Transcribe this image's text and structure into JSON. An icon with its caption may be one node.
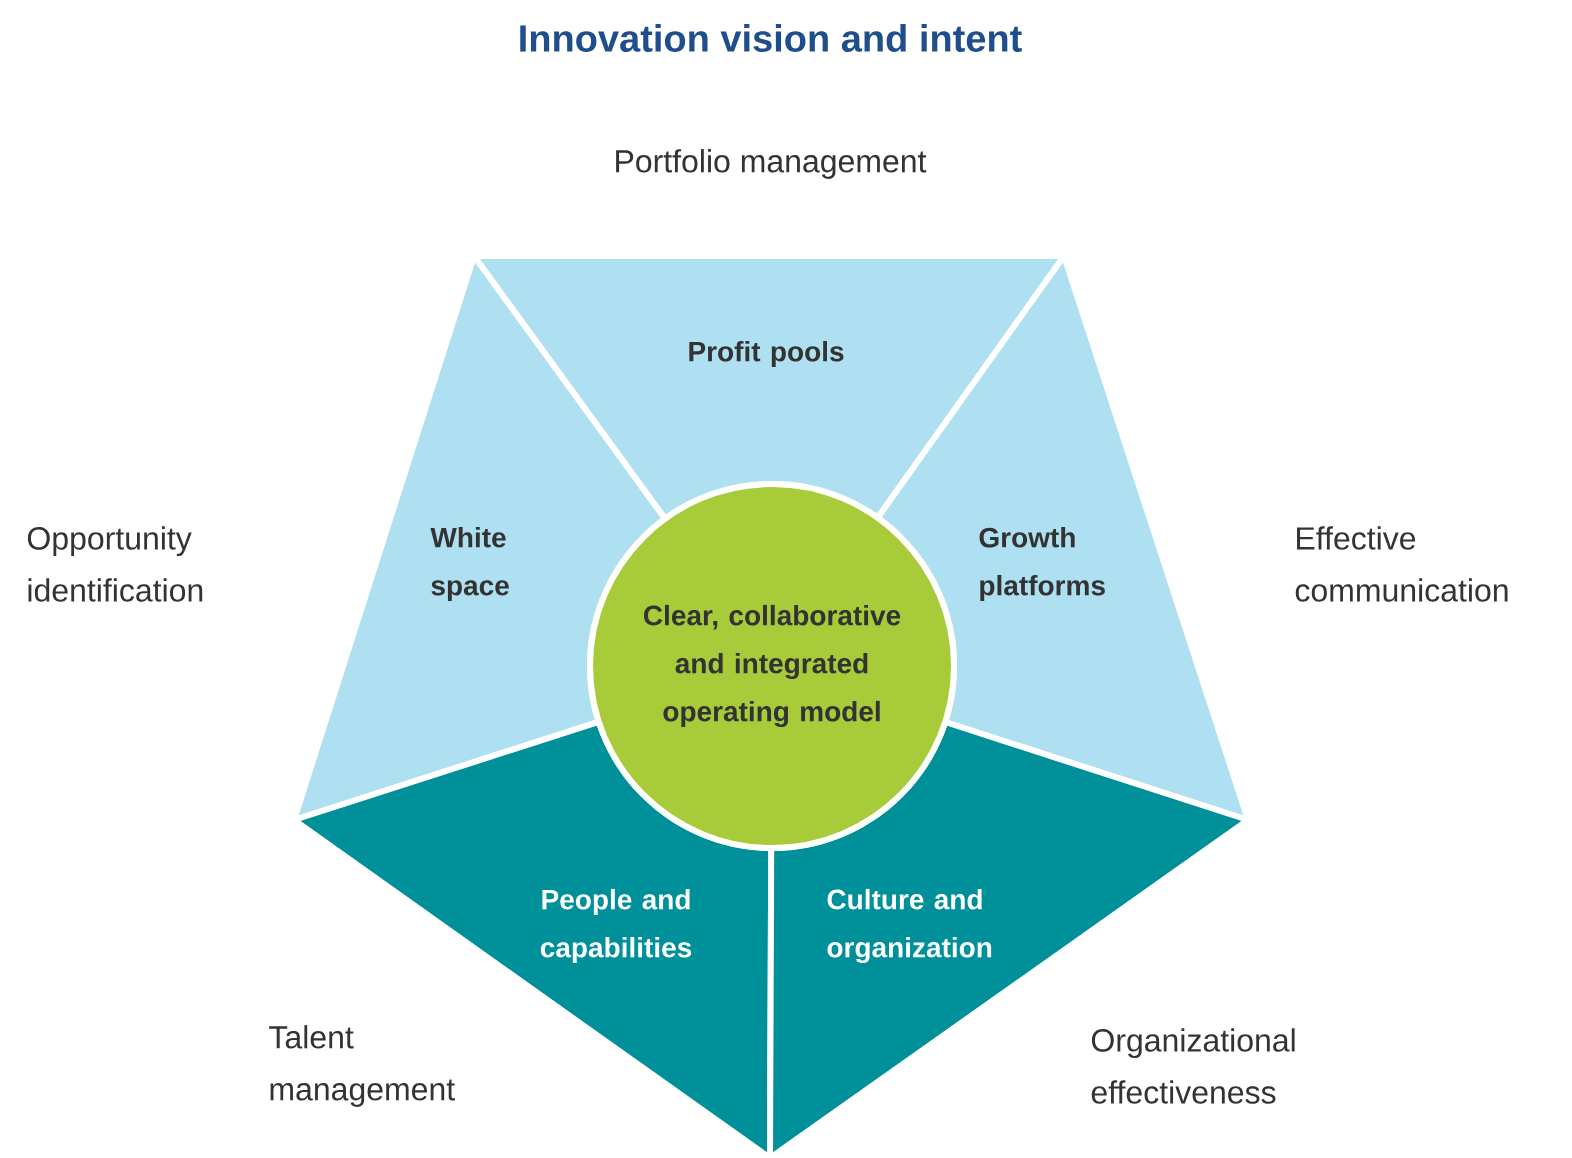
{
  "diagram": {
    "title": "Innovation vision and intent",
    "nodes": [
      {
        "text": [
          "Profit pools"
        ]
      },
      {
        "text": [
          "White space"
        ]
      },
      {
        "text": [
          "Growth platforms"
        ]
      },
      {
        "text": [
          "Clear, collaborative and integrated operating model"
        ]
      },
      {
        "text": [
          "People and capabilities"
        ]
      },
      {
        "text": [
          "Culture and organization"
        ]
      }
    ],
    "labels": [
      "Portfolio management",
      "Opportunity identification",
      "Effective communication",
      "Talent management",
      "Organizational effectiveness"
    ]
  }
}
